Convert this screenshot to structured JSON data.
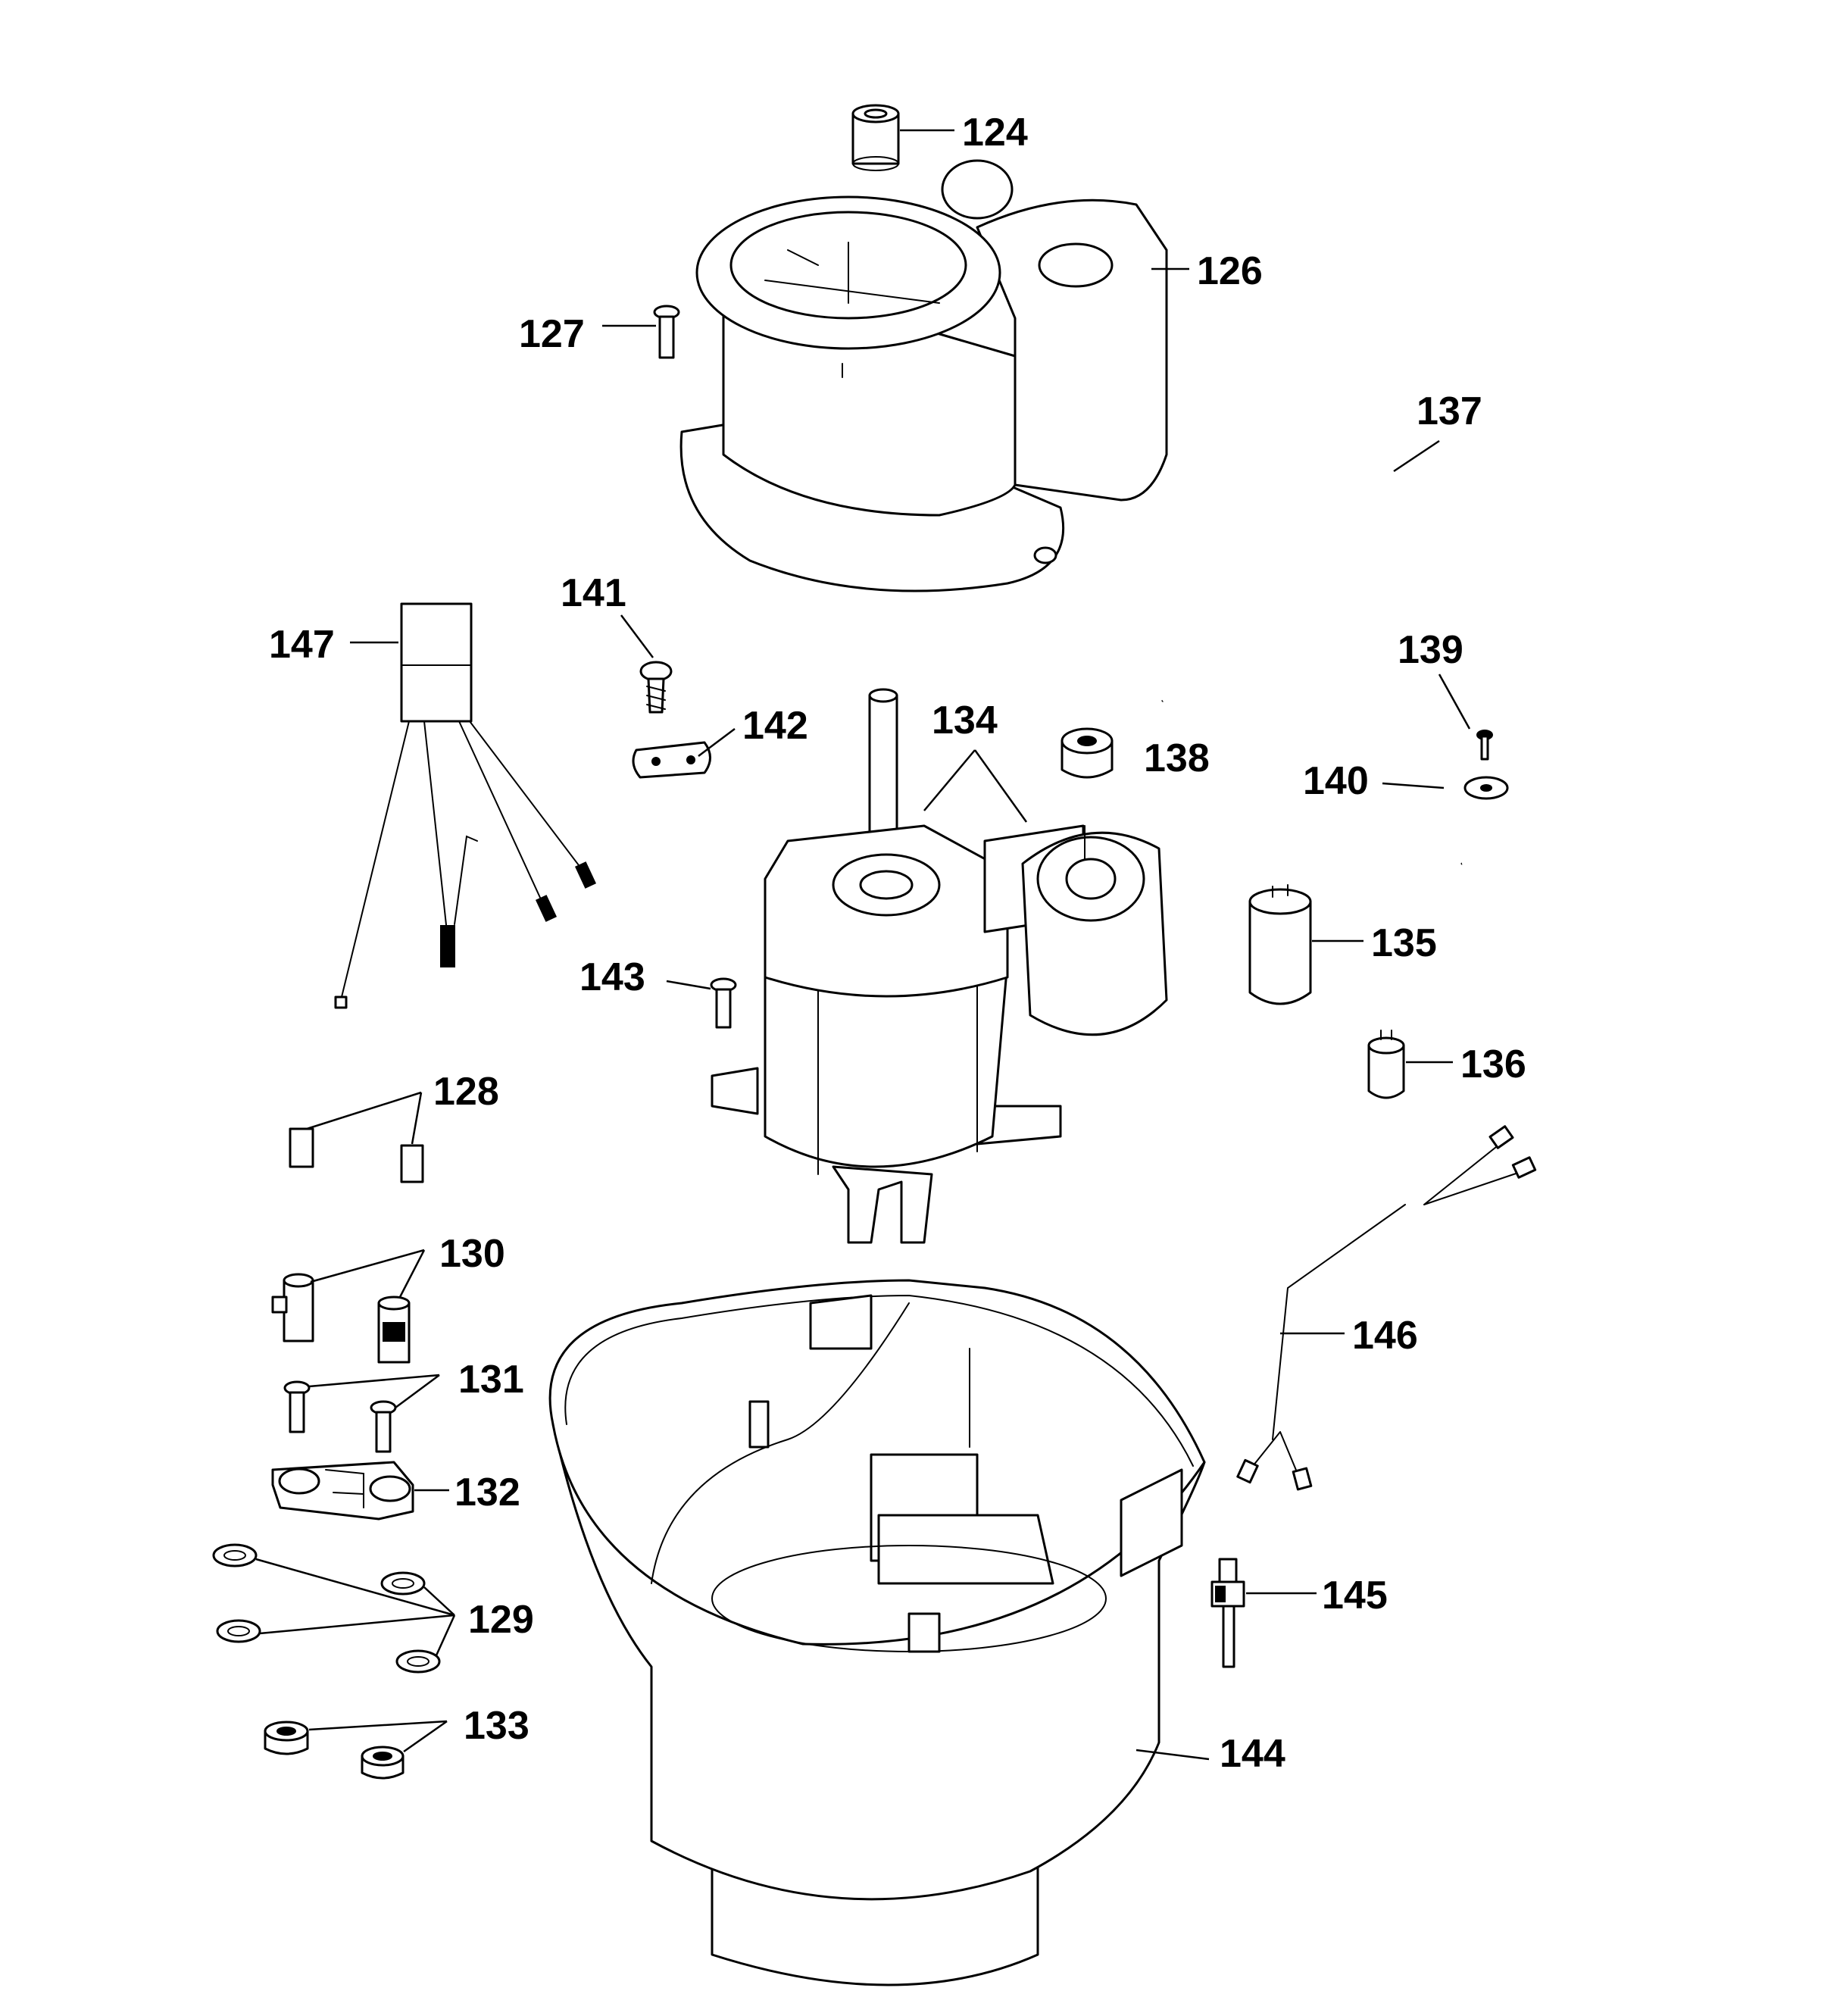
{
  "labels": {
    "p124": "124",
    "p126": "126",
    "p127": "127",
    "p128": "128",
    "p129": "129",
    "p130": "130",
    "p131": "131",
    "p132": "132",
    "p133": "133",
    "p134": "134",
    "p135": "135",
    "p136": "136",
    "p137": "137",
    "p138": "138",
    "p139": "139",
    "p140": "140",
    "p141": "141",
    "p142": "142",
    "p143": "143",
    "p144": "144",
    "p145": "145",
    "p146": "146",
    "p147": "147"
  }
}
